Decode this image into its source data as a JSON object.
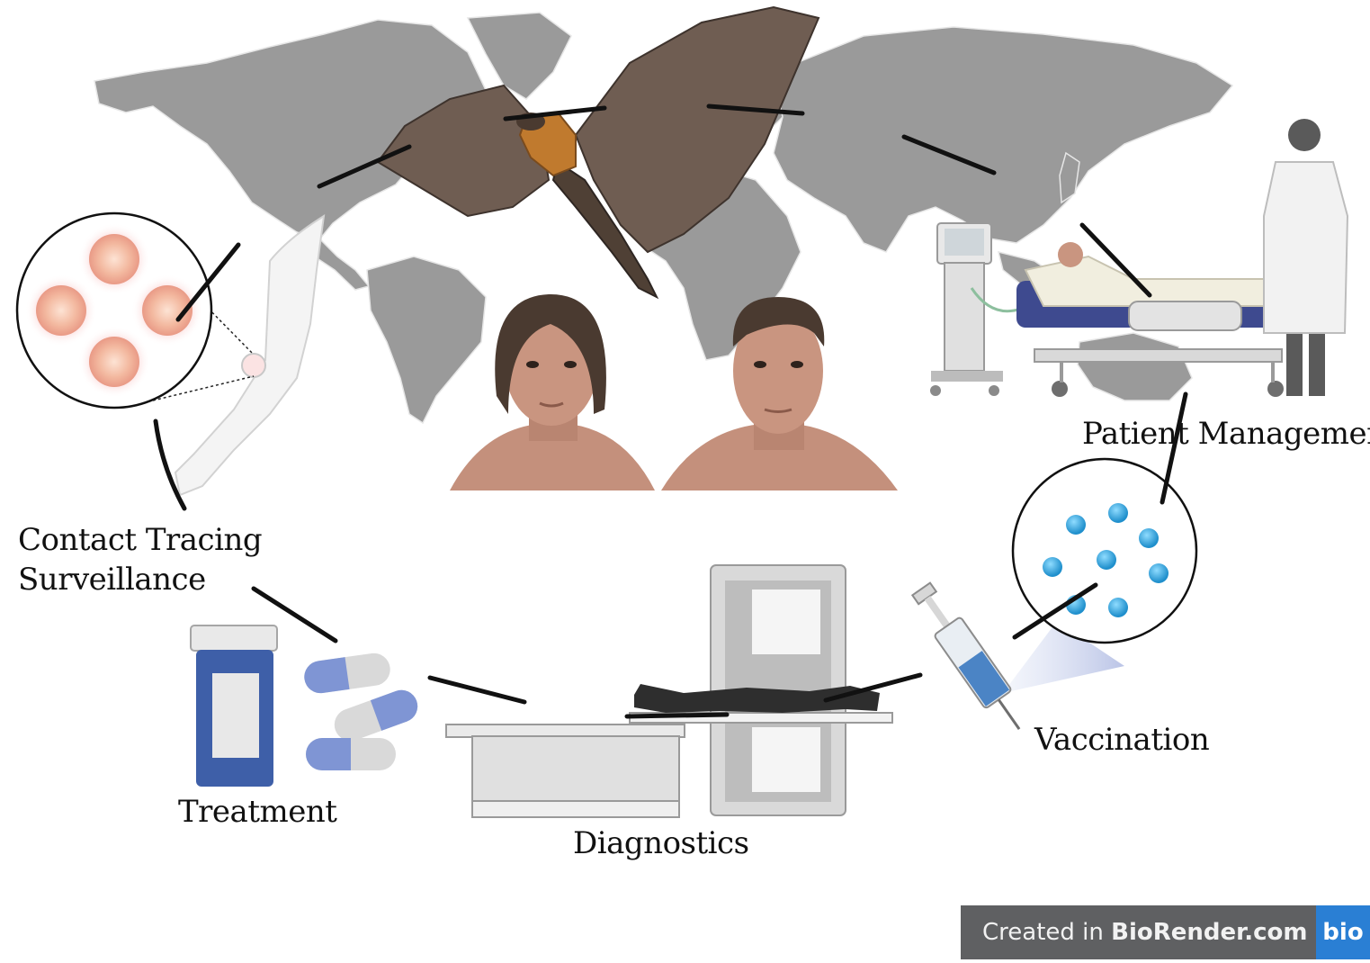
{
  "labels": {
    "contact_tracing_line1": "Contact Tracing",
    "contact_tracing_line2": "Surveillance",
    "patient_management": "Patient Management",
    "vaccination": "Vaccination",
    "treatment": "Treatment",
    "diagnostics": "Diagnostics"
  },
  "watermark": {
    "prefix": "Created in ",
    "brand": "BioRender.com",
    "logo": "bio"
  },
  "colors": {
    "map": "#9a9a9a",
    "bat_wing": "#6f5d52",
    "bat_collar": "#c07a2e",
    "skin": "#c4907c",
    "hair": "#4a3a30",
    "vaccine_dot": "#2aa0d8",
    "pill_blue": "#7f95d4",
    "bottle_blue": "#3e5fa8",
    "line": "#111111",
    "badge_bg": "#5f6062",
    "badge_logo": "#2a7fd4"
  },
  "icons": [
    "world-map",
    "fruit-bat",
    "female-face",
    "male-face",
    "arm-with-lesions",
    "ventilator",
    "hospital-bed",
    "doctor-silhouette",
    "vaccine-particles",
    "syringe",
    "pill-bottle",
    "capsules",
    "ct-scanner",
    "lying-patient"
  ]
}
